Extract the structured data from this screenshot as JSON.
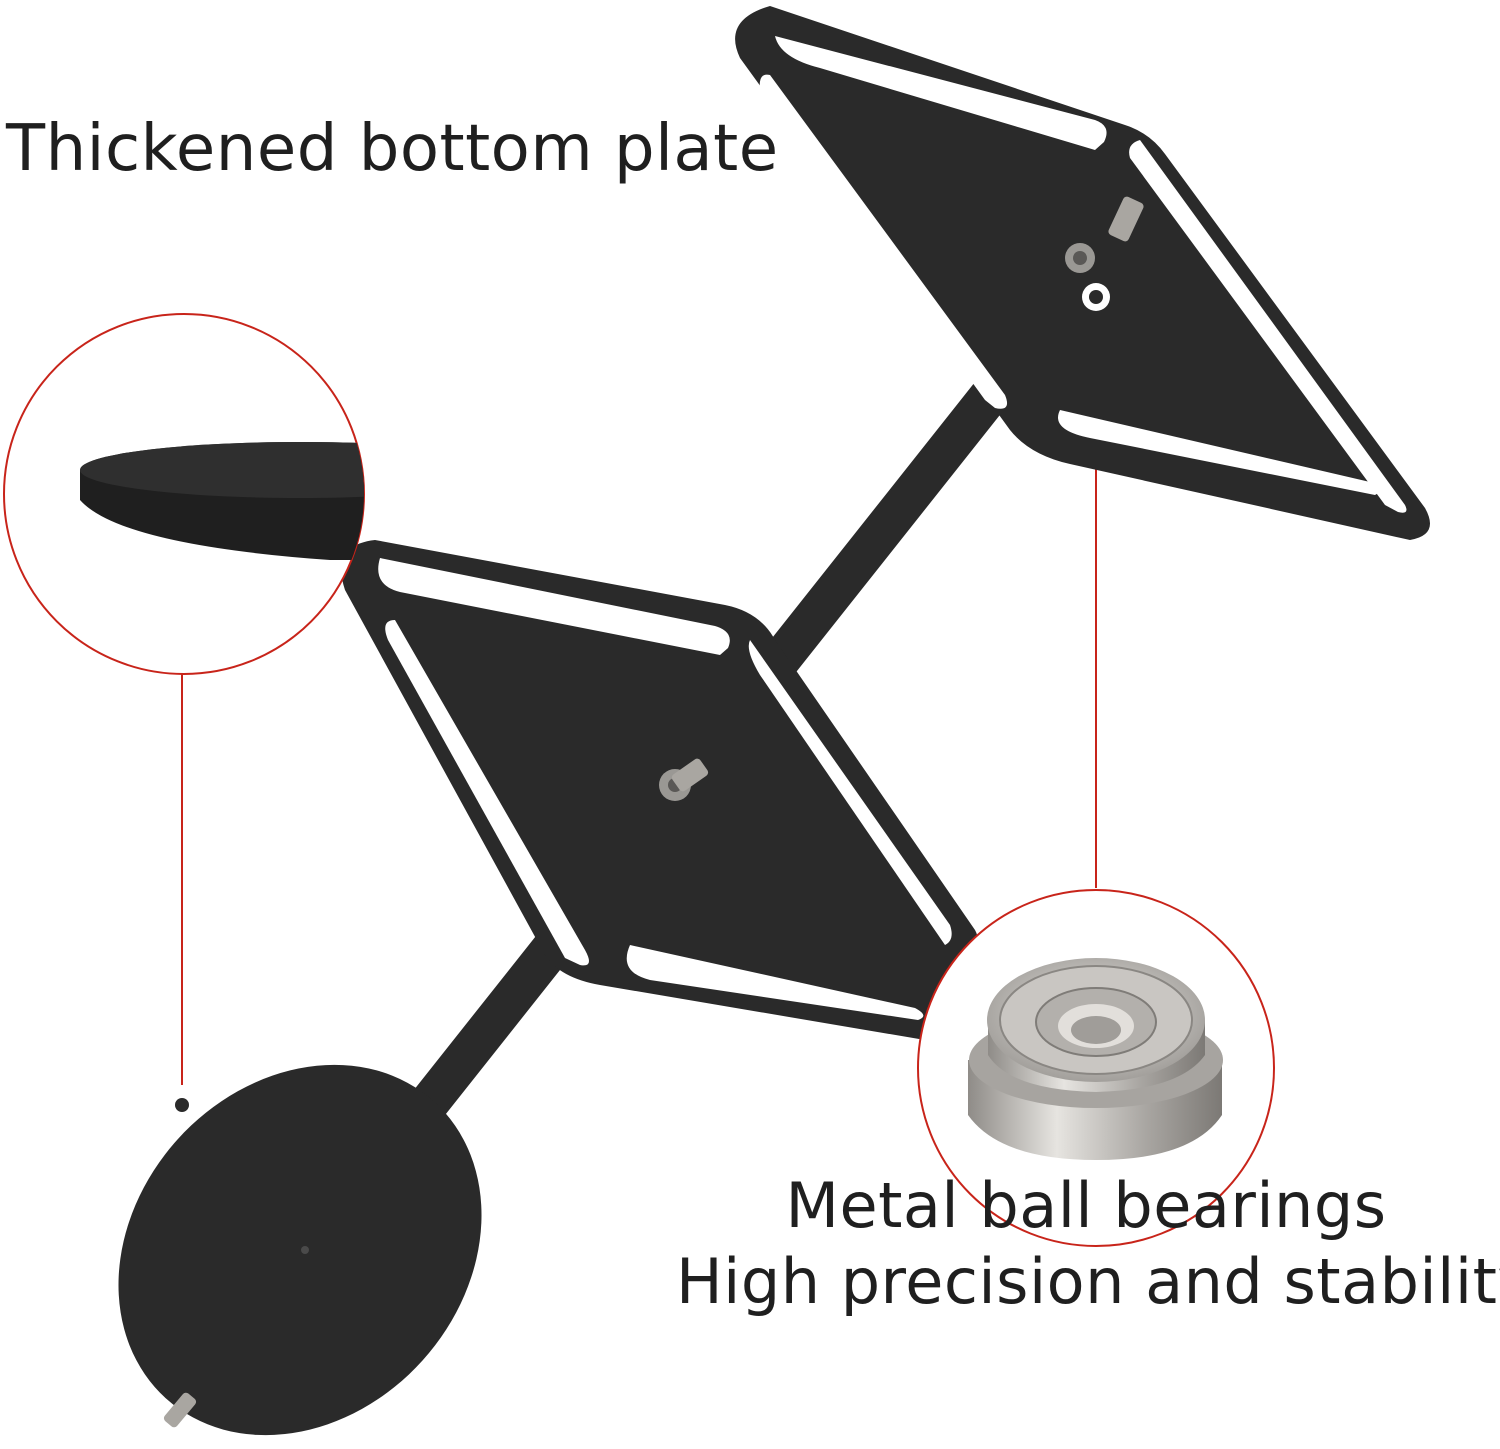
{
  "captions": {
    "top": "Thickened bottom plate",
    "bottom_line1": "Metal ball bearings",
    "bottom_line2": "High precision and stability"
  },
  "colors": {
    "background": "#ffffff",
    "product": "#2a2a2a",
    "callout": "#c8241a",
    "text": "#1f1f1f",
    "bearing_metal": "#b9b6b2"
  },
  "icons": {
    "callout_marker": "ring-marker-icon",
    "bearing": "ball-bearing-icon"
  }
}
